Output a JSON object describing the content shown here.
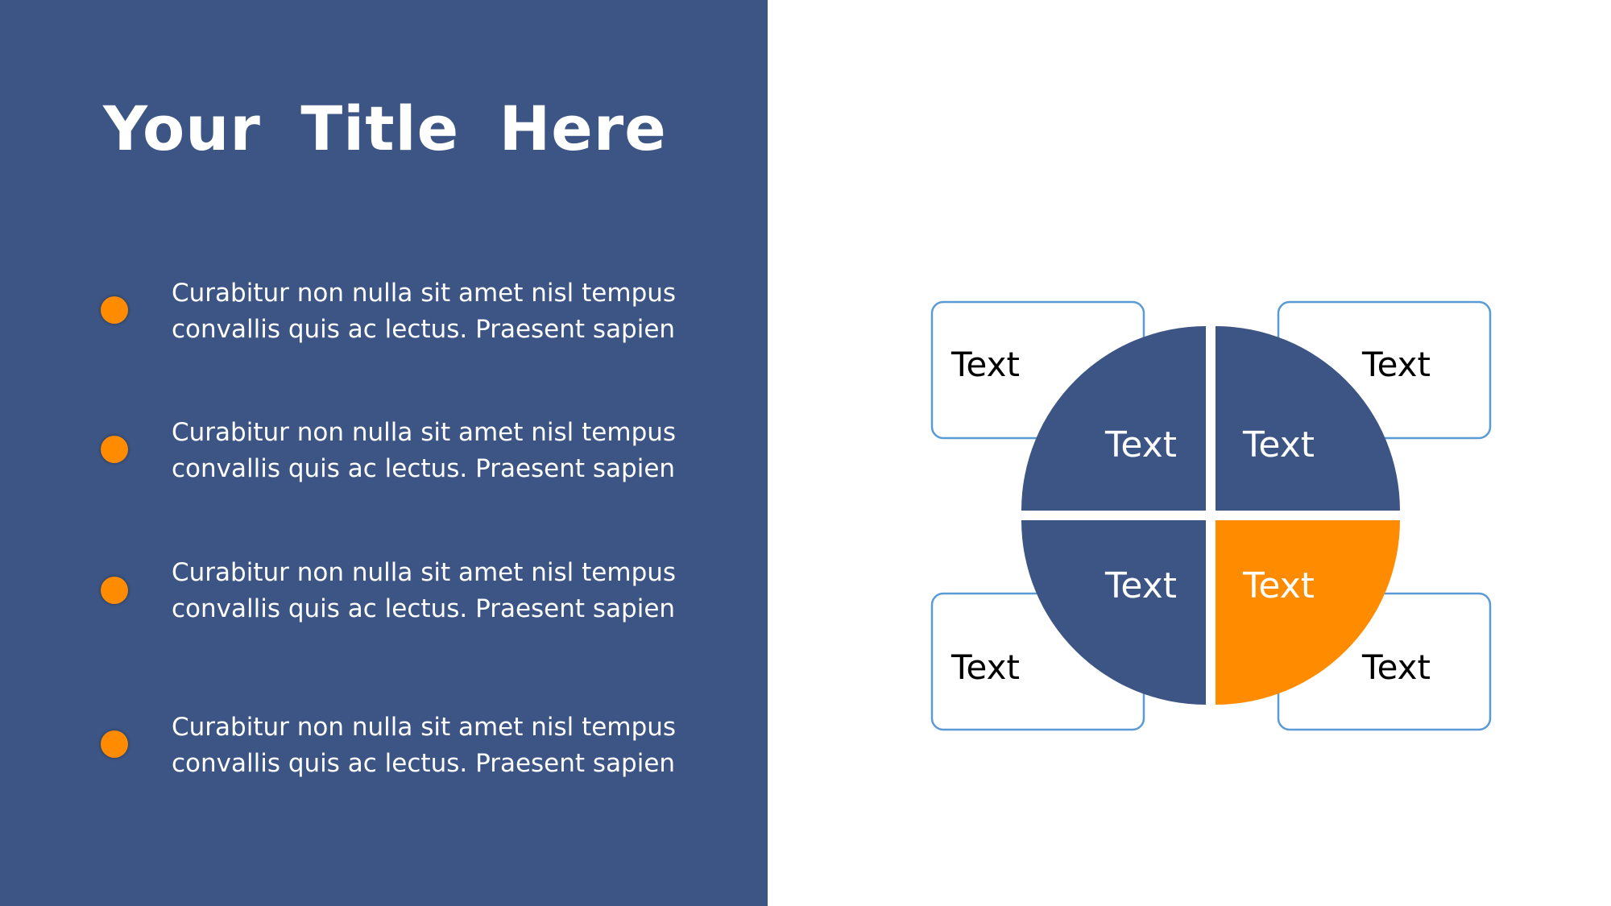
{
  "title": "Your  Title  Here",
  "bullets": [
    {
      "text": "Curabitur non nulla sit amet nisl tempus\nconvallis quis ac lectus. Praesent sapien"
    },
    {
      "text": "Curabitur non nulla sit amet nisl tempus\nconvallis quis ac lectus. Praesent sapien"
    },
    {
      "text": "Curabitur non nulla sit amet nisl tempus\nconvallis quis ac lectus. Praesent sapien"
    },
    {
      "text": "Curabitur non nulla sit amet nisl tempus\nconvallis quis ac lectus. Praesent sapien"
    }
  ],
  "diagram": {
    "quadrants": [
      {
        "label": "Text",
        "color": "#3d5584"
      },
      {
        "label": "Text",
        "color": "#3d5584"
      },
      {
        "label": "Text",
        "color": "#3d5584"
      },
      {
        "label": "Text",
        "color": "#ff8c00"
      }
    ],
    "boxes": [
      {
        "label": "Text"
      },
      {
        "label": "Text"
      },
      {
        "label": "Text"
      },
      {
        "label": "Text"
      }
    ],
    "box_border_color": "#5b9bd5"
  },
  "colors": {
    "panel": "#3d5584",
    "accent": "#ff8c00",
    "background": "#ffffff"
  }
}
